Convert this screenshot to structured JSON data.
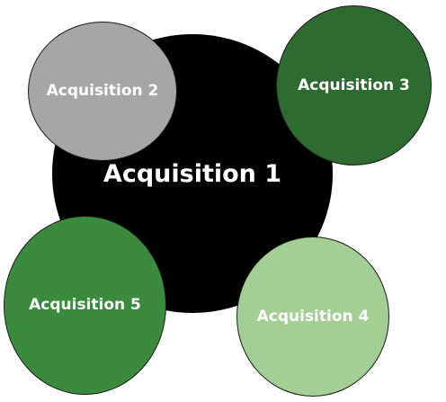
{
  "diagram": {
    "nodes": [
      {
        "id": "c1",
        "label": "Acquisition 1",
        "color": "#000000"
      },
      {
        "id": "c2",
        "label": "Acquisition 2",
        "color": "#a6a6a6"
      },
      {
        "id": "c3",
        "label": "Acquisition 3",
        "color": "#2e6b30"
      },
      {
        "id": "c4",
        "label": "Acquisition 4",
        "color": "#a3cf95"
      },
      {
        "id": "c5",
        "label": "Acquisition 5",
        "color": "#3a8b3d"
      }
    ]
  }
}
